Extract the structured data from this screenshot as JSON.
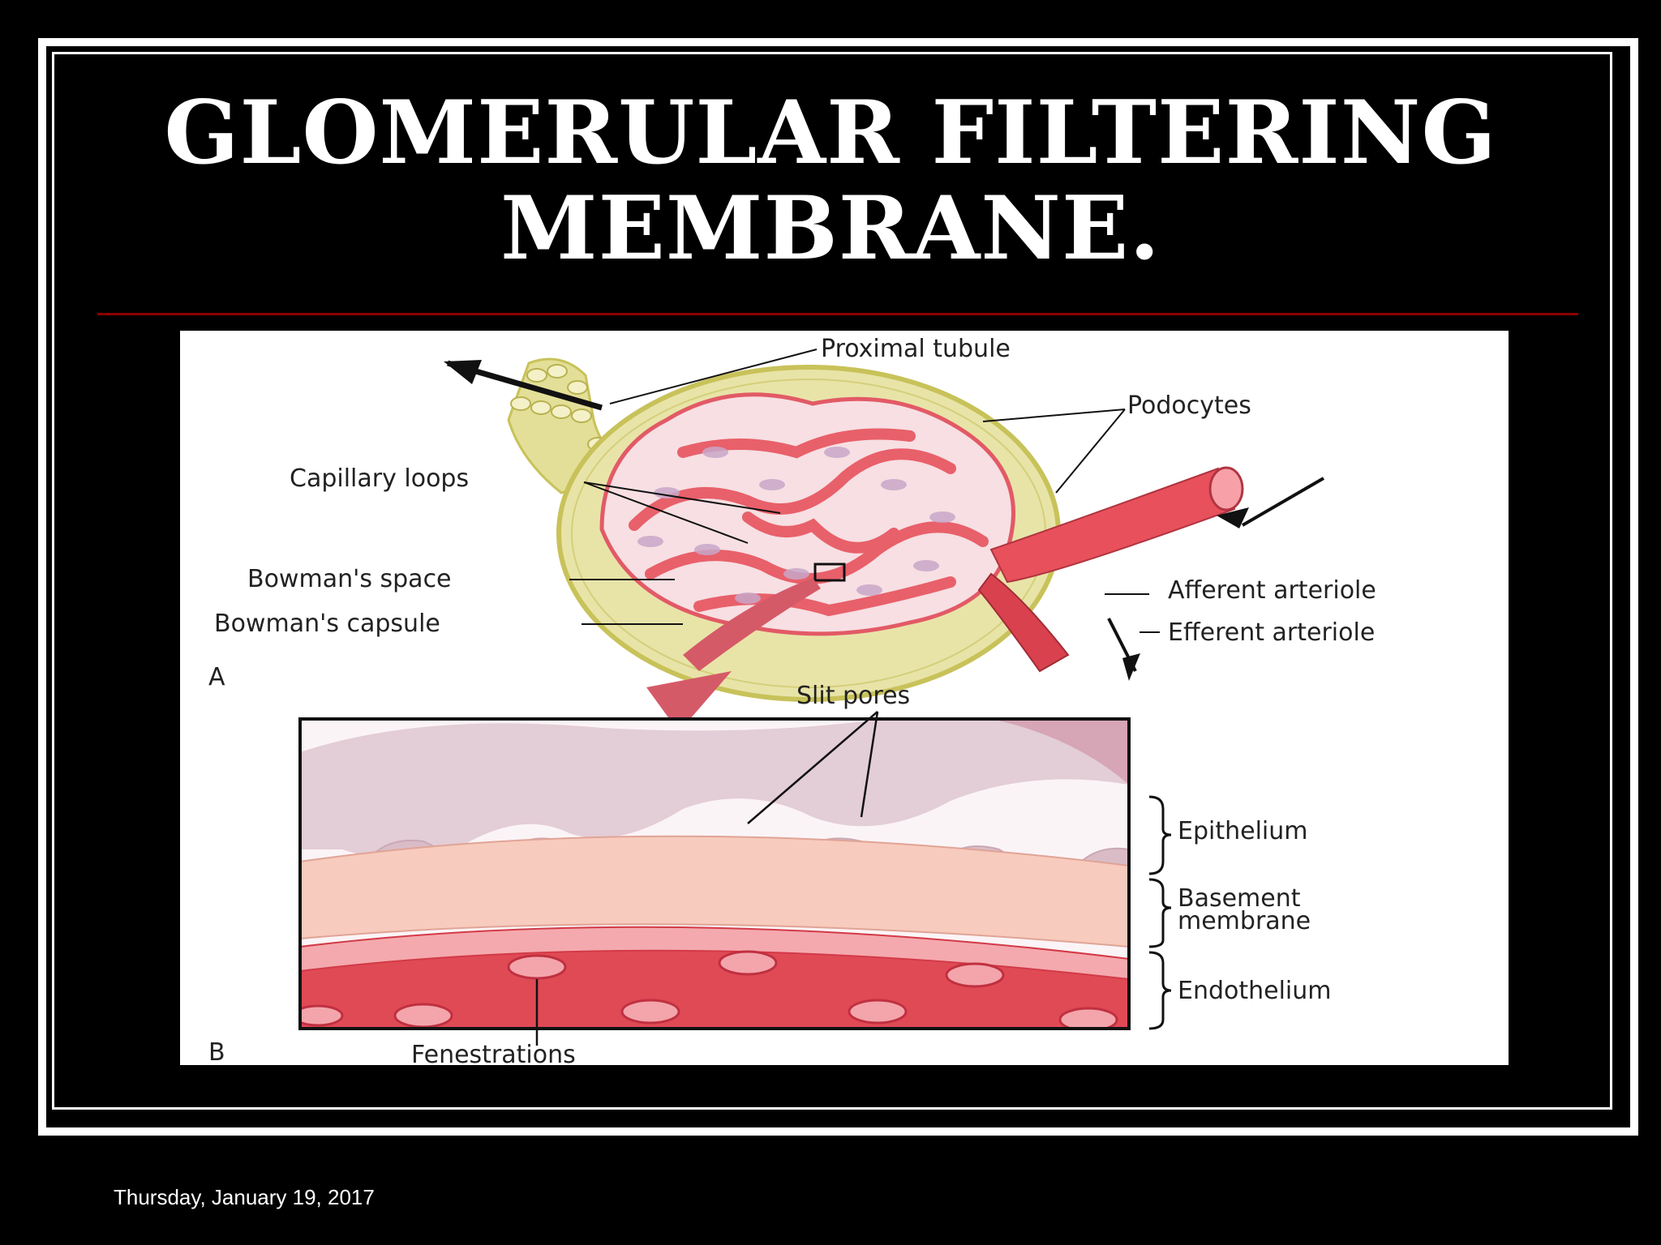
{
  "slide": {
    "title_line1": "GLOMERULAR FILTERING",
    "title_line2": "MEMBRANE.",
    "date": "Thursday, January 19, 2017"
  },
  "figure": {
    "panel_a_label": "A",
    "panel_b_label": "B",
    "labels": {
      "proximal_tubule": "Proximal tubule",
      "podocytes": "Podocytes",
      "capillary_loops": "Capillary loops",
      "bowmans_space": "Bowman's space",
      "bowmans_capsule": "Bowman's capsule",
      "afferent_arteriole": "Afferent arteriole",
      "efferent_arteriole": "Efferent arteriole",
      "slit_pores": "Slit pores",
      "epithelium": "Epithelium",
      "basement_membrane_1": "Basement",
      "basement_membrane_2": "membrane",
      "endothelium": "Endothelium",
      "fenestrations": "Fenestrations"
    }
  },
  "colors": {
    "background": "#000000",
    "frame": "#ffffff",
    "rule": "#8b0000",
    "capsule": "#e8e4a8",
    "capillary": "#e8606a",
    "endothelium": "#e04a55",
    "basement": "#f7cbbd",
    "epithelium": "#d9bcc6"
  }
}
